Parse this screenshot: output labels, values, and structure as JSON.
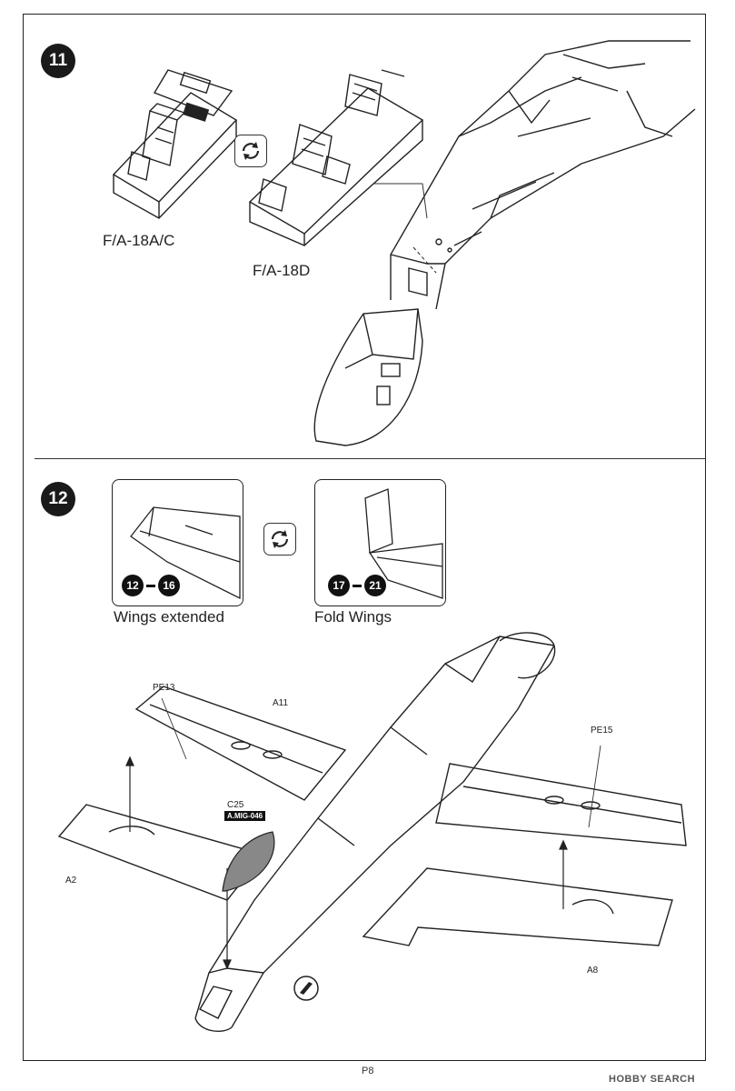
{
  "steps": [
    {
      "number": "11",
      "variants": [
        "F/A-18A/C",
        "F/A-18D"
      ]
    },
    {
      "number": "12",
      "options": [
        {
          "label": "Wings extended",
          "range_from": "12",
          "range_to": "16"
        },
        {
          "label": "Fold Wings",
          "range_from": "17",
          "range_to": "21"
        }
      ],
      "part_labels": {
        "pe13": "PE13",
        "a11": "A11",
        "pe15": "PE15",
        "c25": "C25",
        "a2": "A2",
        "a8": "A8"
      },
      "paint_tag": "A.MIG-046"
    }
  ],
  "page_number": "P8",
  "watermark": "HOBBY SEARCH"
}
